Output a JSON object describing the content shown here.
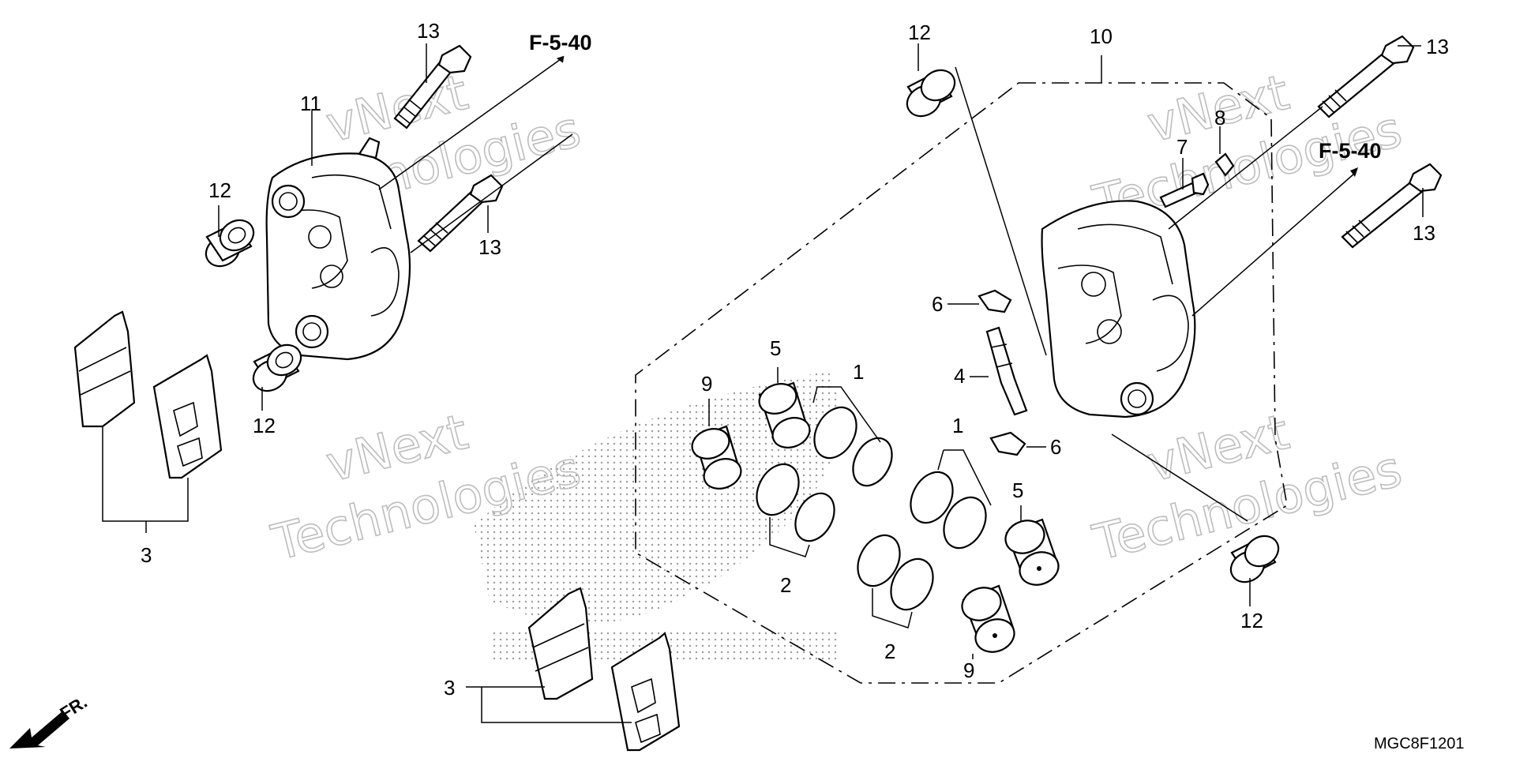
{
  "callouts": {
    "c1a": "1",
    "c1b": "1",
    "c2a": "2",
    "c2b": "2",
    "c3a": "3",
    "c3b": "3",
    "c4": "4",
    "c5a": "5",
    "c5b": "5",
    "c6a": "6",
    "c6b": "6",
    "c7": "7",
    "c8": "8",
    "c9a": "9",
    "c9b": "9",
    "c10": "10",
    "c11": "11",
    "c12a": "12",
    "c12b": "12",
    "c12c": "12",
    "c12d": "12",
    "c13a": "13",
    "c13b": "13",
    "c13c": "13",
    "c13d": "13"
  },
  "references": {
    "left": "F-5-40",
    "right": "F-5-40"
  },
  "front_label": "FR.",
  "diagram_code": "MGC8F1201",
  "watermark": {
    "line1": "vNext",
    "line2": "Technologies"
  }
}
